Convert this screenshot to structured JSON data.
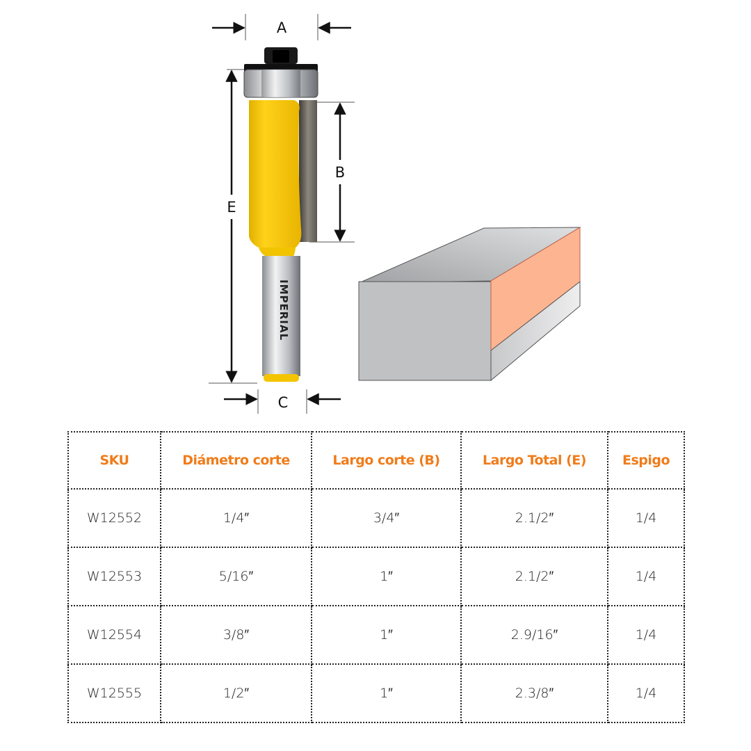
{
  "diagram": {
    "labels": {
      "a": "A",
      "b": "B",
      "c": "C",
      "e": "E"
    },
    "brand_logo": "IMPERIAL",
    "colors": {
      "bit_yellow": "#F5C400",
      "block_gray": "#C0C1C3",
      "cut_face": "#FDB591",
      "accent": "#F07C1A"
    }
  },
  "table": {
    "headers": [
      "SKU",
      "Diámetro corte",
      "Largo corte (B)",
      "Largo Total (E)",
      "Espigo"
    ],
    "rows": [
      [
        "W12552",
        "1/4″",
        "3/4″",
        "2.1/2″",
        "1/4"
      ],
      [
        "W12553",
        "5/16″",
        "1″",
        "2.1/2″",
        "1/4"
      ],
      [
        "W12554",
        "3/8″",
        "1″",
        "2.9/16″",
        "1/4"
      ],
      [
        "W12555",
        "1/2″",
        "1″",
        "2.3/8″",
        "1/4"
      ]
    ]
  }
}
